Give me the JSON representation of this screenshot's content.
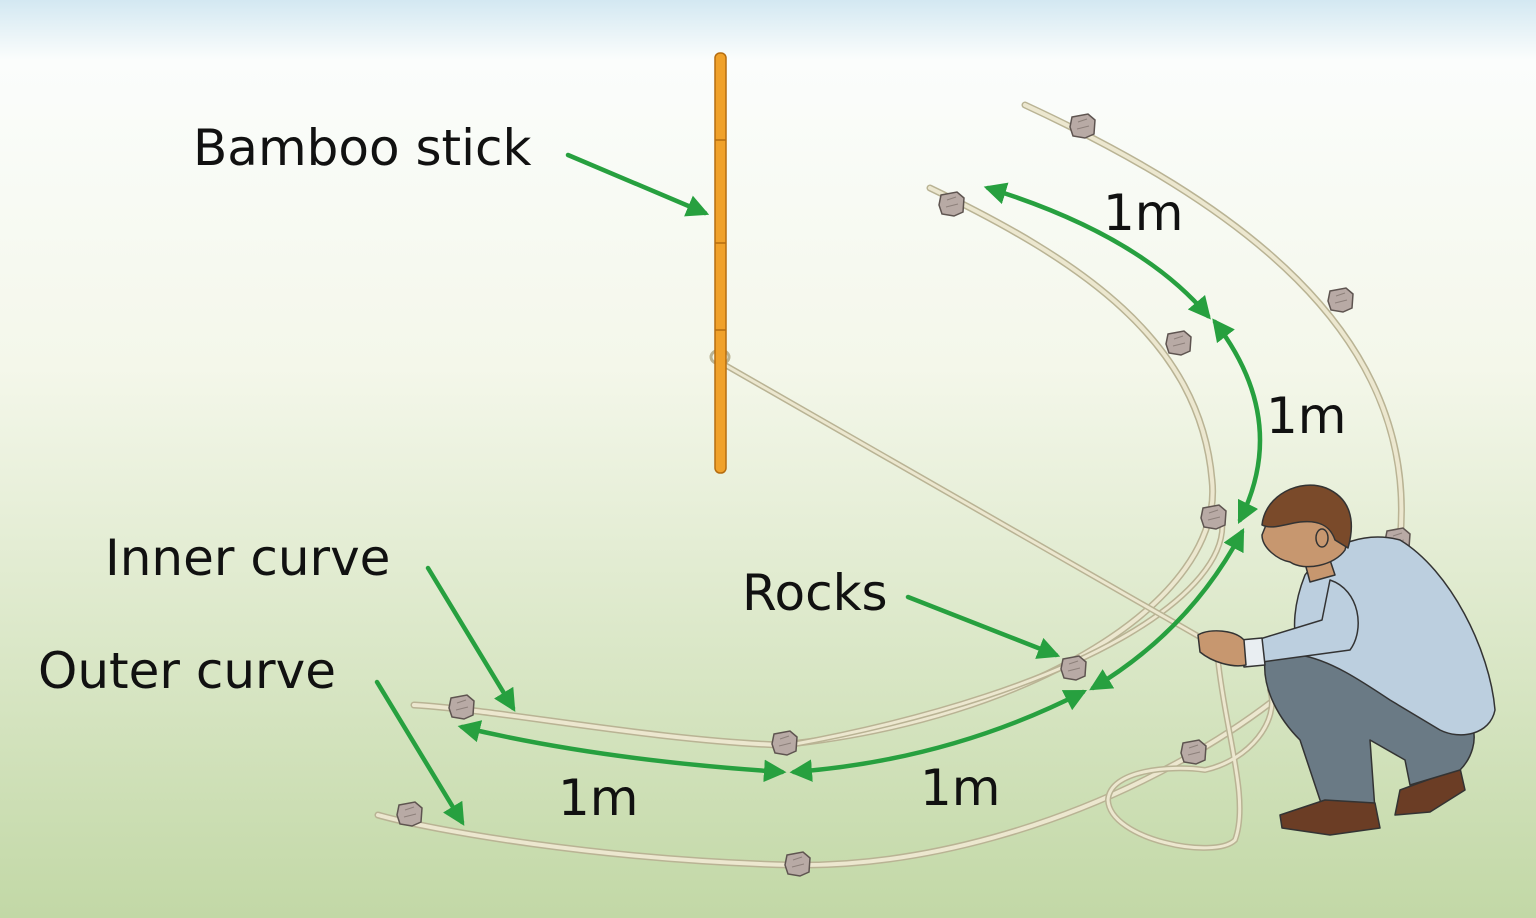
{
  "labels": {
    "bamboo_stick": "Bamboo stick",
    "inner_curve": "Inner curve",
    "outer_curve": "Outer curve",
    "rocks": "Rocks"
  },
  "measurements": {
    "top": "1m",
    "right": "1m",
    "bottom_left": "1m",
    "bottom_right": "1m"
  },
  "colors": {
    "arrow": "#27a03f",
    "rope": "#e9e4cc",
    "rope_outline": "#b9b394",
    "bamboo": "#f0a12a",
    "rock": "#b8aaa5",
    "sky": "#d6e9f2",
    "grass_light": "#f7f9ef",
    "grass_dark": "#c3d9a8"
  }
}
